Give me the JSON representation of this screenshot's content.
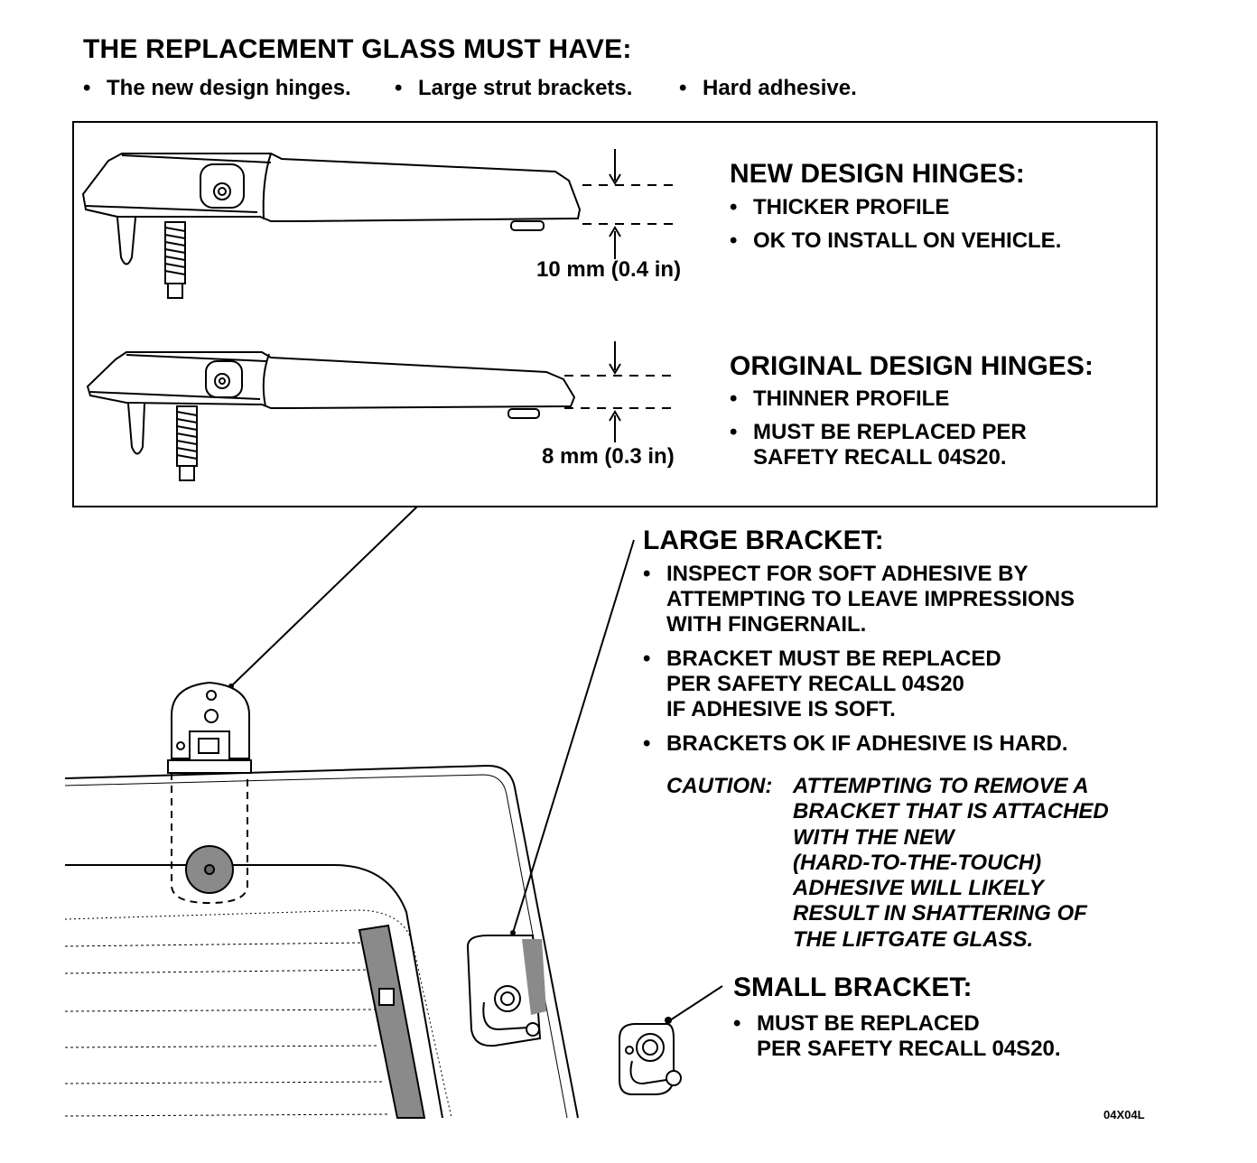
{
  "header": {
    "title": "THE REPLACEMENT GLASS MUST HAVE:",
    "requirements": [
      "The new design hinges.",
      "Large strut brackets.",
      "Hard adhesive."
    ],
    "bullet": "•"
  },
  "new_hinges": {
    "title": "NEW DESIGN HINGES:",
    "items": [
      "THICKER PROFILE",
      "OK TO INSTALL ON VEHICLE."
    ],
    "measurement": "10 mm (0.4 in)"
  },
  "original_hinges": {
    "title": "ORIGINAL DESIGN HINGES:",
    "items": [
      "THINNER PROFILE",
      "MUST BE REPLACED PER",
      "SAFETY RECALL 04S20."
    ],
    "measurement": "8 mm (0.3 in)"
  },
  "large_bracket": {
    "title": "LARGE BRACKET:",
    "items": [
      [
        "INSPECT FOR SOFT ADHESIVE BY",
        "ATTEMPTING TO LEAVE IMPRESSIONS",
        "WITH FINGERNAIL."
      ],
      [
        "BRACKET MUST BE REPLACED",
        "PER SAFETY RECALL 04S20",
        "IF ADHESIVE IS SOFT."
      ],
      [
        "BRACKETS OK IF ADHESIVE IS HARD."
      ]
    ]
  },
  "caution": {
    "label": "CAUTION:",
    "lines": [
      "ATTEMPTING TO REMOVE A",
      "BRACKET THAT IS ATTACHED",
      "WITH THE NEW",
      "(HARD-TO-THE-TOUCH)",
      "ADHESIVE WILL LIKELY",
      "RESULT IN SHATTERING OF",
      "THE LIFTGATE GLASS."
    ]
  },
  "small_bracket": {
    "title": "SMALL BRACKET:",
    "items": [
      "MUST BE REPLACED",
      "PER SAFETY RECALL 04S20."
    ]
  },
  "figure_id": "04X04L",
  "illustrations": {
    "hinge_new": "new-design-hinge-drawing",
    "hinge_original": "original-design-hinge-drawing",
    "liftgate": "liftgate-glass-drawing",
    "small_bracket": "small-strut-bracket-drawing"
  }
}
